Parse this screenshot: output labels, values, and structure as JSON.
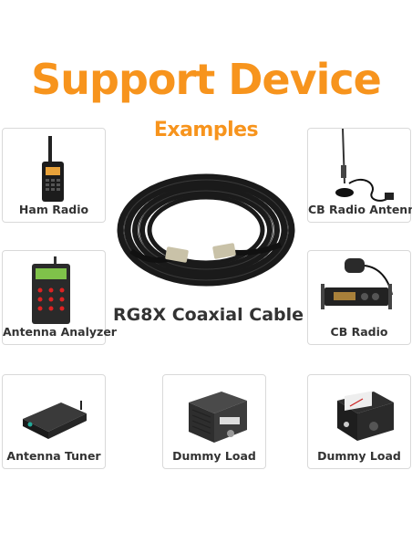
{
  "header": {
    "title": "Support Device",
    "subtitle": "Examples"
  },
  "center": {
    "product_label": "RG8X Coaxial Cable"
  },
  "devices": [
    {
      "label": "Ham Radio",
      "icon": "walkie-talkie-icon"
    },
    {
      "label": "CB Radio Antenna",
      "icon": "antenna-icon"
    },
    {
      "label": "Antenna Analyzer",
      "icon": "analyzer-icon"
    },
    {
      "label": "CB Radio",
      "icon": "cb-radio-icon"
    },
    {
      "label": "Antenna Tuner",
      "icon": "tuner-icon"
    },
    {
      "label": "Dummy Load",
      "icon": "dummy-load-icon"
    },
    {
      "label": "Dummy Load",
      "icon": "swr-meter-icon"
    }
  ],
  "colors": {
    "accent": "#f7941d",
    "text": "#333333",
    "border": "#d9d9d9"
  }
}
